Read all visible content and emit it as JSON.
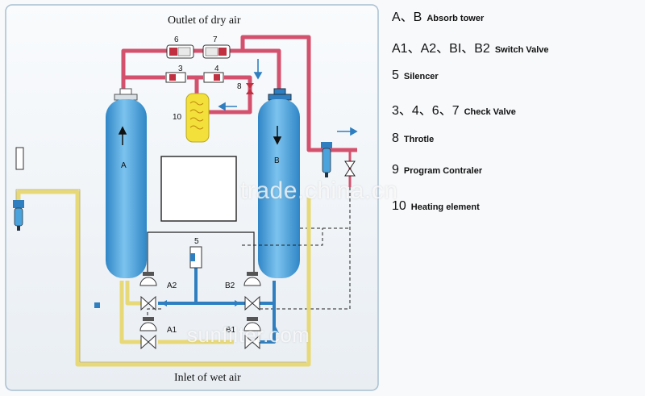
{
  "title_top": "Outlet of dry air",
  "title_bottom": "Inlet of wet air",
  "towers": {
    "a": "A",
    "b": "B"
  },
  "valve_labels": {
    "a2": "A2",
    "b2": "B2",
    "a1": "A1",
    "b1": "B1",
    "n6": "6",
    "n7": "7",
    "n3": "3",
    "n4": "4",
    "n8": "8",
    "n10": "10",
    "n5": "5"
  },
  "legend": [
    {
      "key": "A、B",
      "desc": "Absorb tower"
    },
    {
      "key": "A1、A2、BI、B2",
      "desc": "Switch Valve"
    },
    {
      "key": "5",
      "desc": "Silencer"
    },
    {
      "key": "3、4、6、7",
      "desc": "Check Valve"
    },
    {
      "key": "8",
      "desc": "Throtle"
    },
    {
      "key": "9",
      "desc": "Program Contraler"
    },
    {
      "key": "10",
      "desc": "Heating element"
    }
  ],
  "watermarks": {
    "center": "trade.china.cn",
    "bottom": "sunfilter.com"
  },
  "colors": {
    "dry_pipe": "#d4516e",
    "wet_pipe": "#e8d978",
    "regen_pipe": "#2f7fc0",
    "tower": "#4aa3dc",
    "heater": "#f3e03a",
    "frame": "#9bb3c6"
  }
}
